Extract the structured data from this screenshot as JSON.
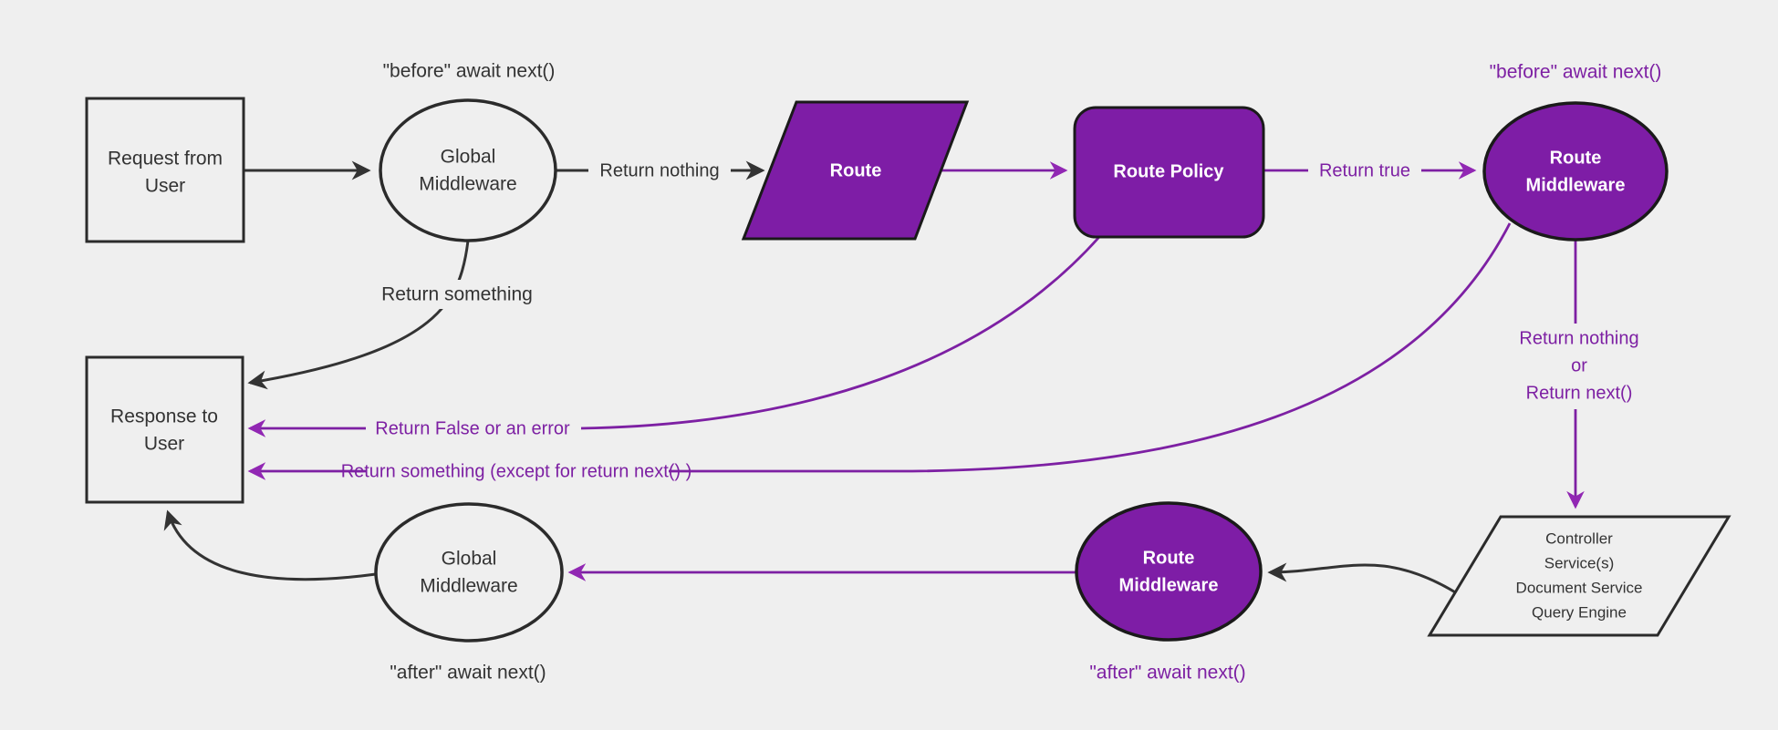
{
  "colors": {
    "background": "#efefef",
    "node_purple": "#7e1da6",
    "node_light": "#efefef",
    "border_dark": "#2b2b2b",
    "border_black": "#1a1a1a",
    "text_dark": "#333333",
    "text_white": "#ffffff",
    "edge_dark": "#333333",
    "edge_purple": "#7d20a3",
    "arrow_purple": "#9127b3"
  },
  "nodes": {
    "request_user": {
      "lines": [
        "Request from",
        "User"
      ]
    },
    "global_middleware_top": {
      "lines": [
        "Global",
        "Middleware"
      ]
    },
    "route": {
      "label": "Route"
    },
    "route_policy": {
      "label": "Route Policy"
    },
    "route_middleware_top": {
      "lines": [
        "Route",
        "Middleware"
      ]
    },
    "services": {
      "lines": [
        "Controller",
        "Service(s)",
        "Document Service",
        "Query Engine"
      ]
    },
    "route_middleware_bottom": {
      "lines": [
        "Route",
        "Middleware"
      ]
    },
    "global_middleware_bottom": {
      "lines": [
        "Global",
        "Middleware"
      ]
    },
    "response_user": {
      "lines": [
        "Response to",
        "User"
      ]
    }
  },
  "edge_labels": {
    "before_global": "\"before\" await next()",
    "return_nothing": "Return nothing",
    "return_true": "Return true",
    "before_route": "\"before\" await next()",
    "return_something": "Return something",
    "return_nothing_or": {
      "lines": [
        "Return nothing",
        "or",
        "Return next()"
      ]
    },
    "return_false": "Return False or an error",
    "return_something_except": "Return something (except for return next() )",
    "after_route": "\"after\" await next()",
    "after_global": "\"after\" await next()"
  }
}
